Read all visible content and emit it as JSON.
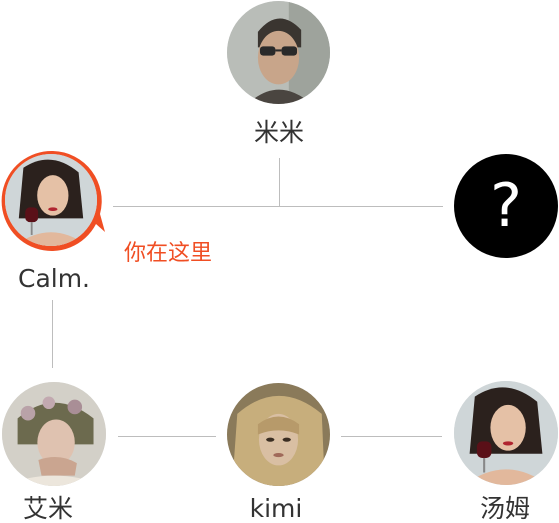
{
  "center_top": {
    "name": "米米",
    "avatar_icon": "male-sunglasses-avatar"
  },
  "me": {
    "name": "Calm.",
    "here_text": "你在这里",
    "avatar_icon": "woman-wine-avatar",
    "ring_color": "#f04e23"
  },
  "unknown": {
    "symbol": "?",
    "icon": "question-mark-icon"
  },
  "bottom_left": {
    "name": "艾米",
    "avatar_icon": "woman-flowers-avatar"
  },
  "bottom_center": {
    "name": "kimi",
    "avatar_icon": "woman-blonde-avatar"
  },
  "bottom_right": {
    "name": "汤姆",
    "avatar_icon": "woman-wine-avatar"
  },
  "colors": {
    "line": "#bdbdbd",
    "accent": "#f04e23",
    "text": "#333333"
  }
}
